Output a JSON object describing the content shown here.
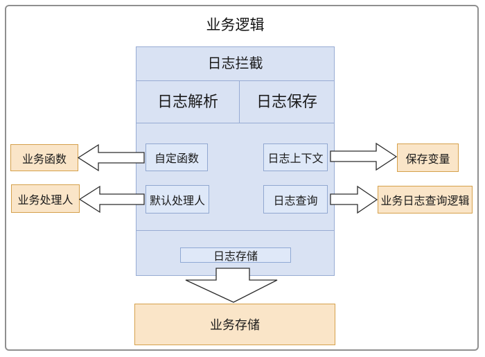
{
  "title": "业务逻辑",
  "interceptor": {
    "title": "日志拦截",
    "col_left": "日志解析",
    "col_right": "日志保存",
    "custom_fn": "自定函数",
    "log_context": "日志上下文",
    "default_handler": "默认处理人",
    "log_query": "日志查询",
    "log_storage": "日志存储"
  },
  "external": {
    "business_fn": "业务函数",
    "business_handler": "业务处理人",
    "save_var": "保存变量",
    "business_log_query": "业务日志查询逻辑",
    "business_storage": "业务存储"
  },
  "colors": {
    "big_box_fill": "#d9e2f3",
    "big_box_border": "#97abd3",
    "inner_box_fill": "#dee8f8",
    "inner_box_border": "#90a7d0",
    "orange_fill": "#fae5c8",
    "orange_border": "#d5a04a",
    "frame_border": "#8f8f8f",
    "arrow_fill": "#ffffff",
    "arrow_stroke": "#2b2b2b"
  }
}
